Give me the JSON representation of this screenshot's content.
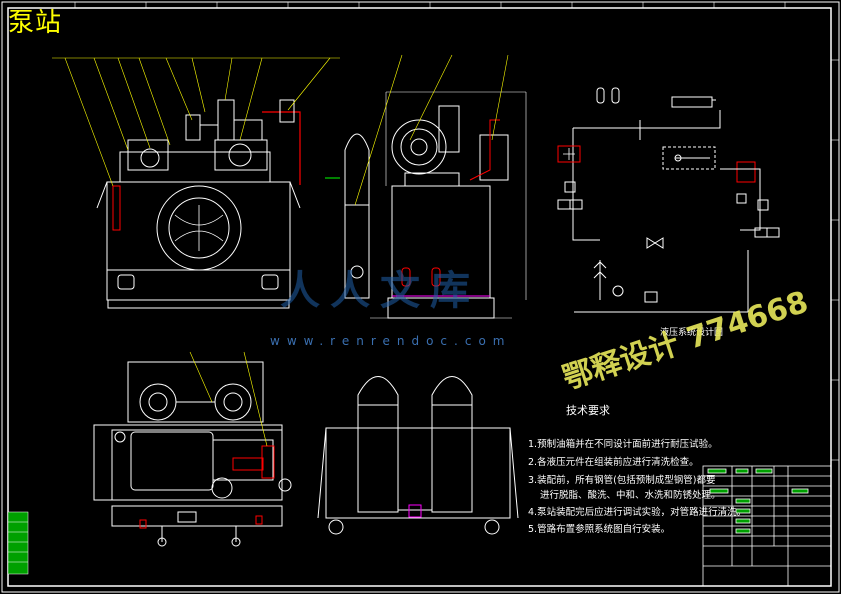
{
  "drawing": {
    "title": "泵站",
    "watermark_text": "人人文库",
    "watermark_url": "www.renrendoc.com",
    "stamp_text": "鄂释设计 774668",
    "schematic_title": "液压系统设计图",
    "tech_requirements": {
      "title": "技术要求",
      "lines": [
        "1.预制油箱并在不同设计面前进行耐压试验。",
        "2.各液压元件在组装前应进行清洗检查。",
        "3.装配前，所有钢管(包括预制成型钢管)都要",
        "进行脱脂、酸洗、中和、水洗和防锈处理。",
        "4.泵站装配完后应进行调试实验，对管路进行清洗。",
        "5.管路布置参照系统图自行安装。"
      ]
    }
  },
  "colors": {
    "background": "#000000",
    "outline": "#ffffff",
    "leader": "#ffff00",
    "highlight": "#ff0000",
    "accent": "#ff00ff",
    "watermark": "#1f5fa8",
    "dimension": "#00ff00"
  }
}
